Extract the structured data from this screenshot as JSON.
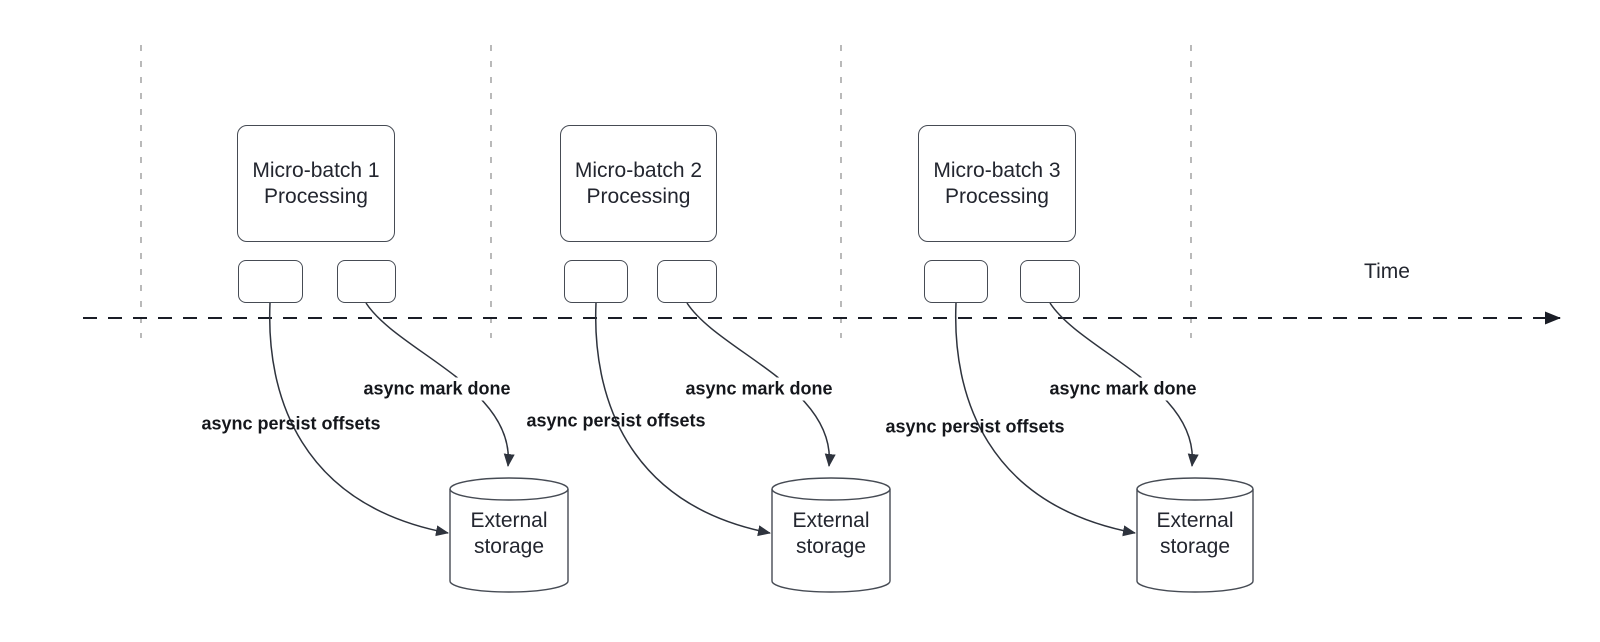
{
  "time_axis": {
    "label": "Time"
  },
  "sections": [
    {
      "processing": "Micro-batch 1\nProcessing",
      "persist_label": "async persist offsets",
      "mark_done_label": "async mark done",
      "storage": "External\nstorage"
    },
    {
      "processing": "Micro-batch 2\nProcessing",
      "persist_label": "async persist offsets",
      "mark_done_label": "async mark done",
      "storage": "External\nstorage"
    },
    {
      "processing": "Micro-batch 3\nProcessing",
      "persist_label": "async persist offsets",
      "mark_done_label": "async mark done",
      "storage": "External\nstorage"
    }
  ],
  "colors": {
    "background": "#ffffff",
    "shape_stroke": "#464b54",
    "text": "#23262f",
    "label_text": "#15171c",
    "arrow": "#2e333d",
    "time_axis": "#1a1d26",
    "divider": "#a8a8a8"
  }
}
